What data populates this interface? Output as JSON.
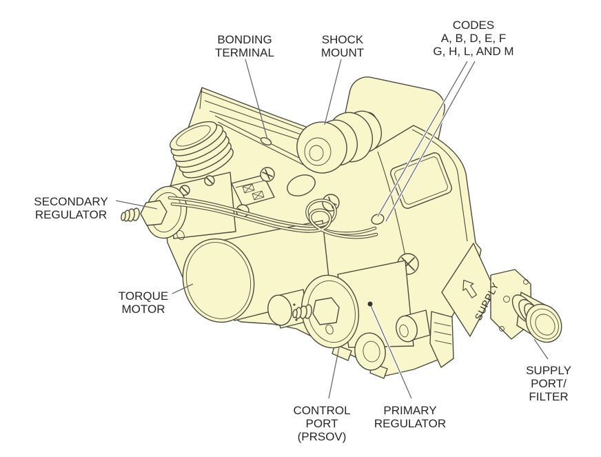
{
  "page": {
    "background": "#FFFFFF"
  },
  "drawing": {
    "body_fill": "#F8F6CA",
    "outline_color": "#4A4A40",
    "leader_color": "#6A6A6A",
    "label_color": "#262626"
  },
  "callouts": {
    "bonding_terminal": {
      "lines": [
        "BONDING",
        "TERMINAL"
      ]
    },
    "shock_mount": {
      "lines": [
        "SHOCK",
        "MOUNT"
      ]
    },
    "codes": {
      "lines": [
        "CODES",
        "A, B, D, E, F",
        "G, H, L, AND M"
      ]
    },
    "secondary_regulator": {
      "lines": [
        "SECONDARY",
        "REGULATOR"
      ]
    },
    "torque_motor": {
      "lines": [
        "TORQUE",
        "MOTOR"
      ]
    },
    "control_port": {
      "lines": [
        "CONTROL",
        "PORT",
        "(PRSOV)"
      ]
    },
    "primary_regulator": {
      "lines": [
        "PRIMARY",
        "REGULATOR"
      ]
    },
    "supply_port_filter": {
      "lines": [
        "SUPPLY",
        "PORT/",
        "FILTER"
      ]
    }
  },
  "part_markings": {
    "supply": "SUPPLY"
  },
  "icons": {
    "supply_flow_arrow": "hollow-block-arrow"
  }
}
